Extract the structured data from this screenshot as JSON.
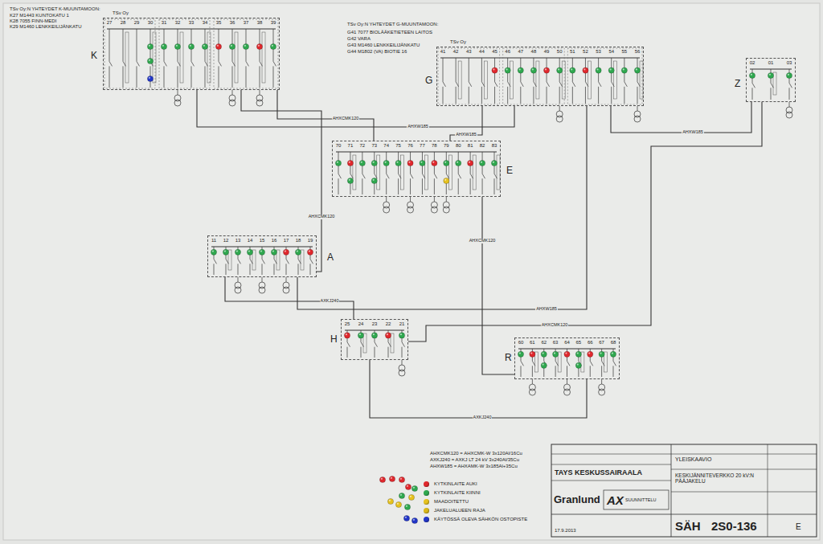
{
  "diagram": {
    "nodes": [
      {
        "text": [
          "K"
        ]
      },
      {
        "text": [
          "G"
        ]
      },
      {
        "text": [
          "Z"
        ]
      },
      {
        "text": [
          "E"
        ]
      },
      {
        "text": [
          "A"
        ]
      },
      {
        "text": [
          "H"
        ]
      },
      {
        "text": [
          "R"
        ]
      }
    ],
    "edges": [
      {
        "from": 0,
        "to": 1,
        "arrow": "none",
        "label": "AHXW185"
      },
      {
        "from": 0,
        "to": 3,
        "arrow": "none",
        "label": "AHXCMK120"
      },
      {
        "from": 0,
        "to": 4,
        "arrow": "none",
        "label": "AHXCMK120"
      },
      {
        "from": 1,
        "to": 3,
        "arrow": "none",
        "label": "AHXW185"
      },
      {
        "from": 1,
        "to": 2,
        "arrow": "none",
        "label": "AHXW185"
      },
      {
        "from": 2,
        "to": 5,
        "arrow": "none",
        "label": "AHXCMK120"
      },
      {
        "from": 3,
        "to": 6,
        "arrow": "none",
        "label": "AHXCMK120"
      },
      {
        "from": 5,
        "to": 6,
        "arrow": "none",
        "label": "AXKJ240"
      },
      {
        "from": 4,
        "to": 1,
        "arrow": "none",
        "label": "AHXW185"
      },
      {
        "from": 4,
        "to": 5,
        "arrow": "none",
        "label": "AXKJ240"
      }
    ],
    "labels": [
      "TSv Oy:N YHTEYDET K-MUUNTAMOON:",
      "K27 M1443 KUNTOKATU 1",
      "K28 7055 FINN-MEDI",
      "K29 M1460 LENKKEILIJÄNKATU",
      "TSv Oy:N YHTEYDET G-MUUNTAMOON:",
      "G41 7077 BIOLÄÄKETIETEEN LAITOS",
      "G42 VARA",
      "G43 M1460 LENKKEILIJÄNKATU",
      "G44 M1802 (VA) BIOTIE 16",
      "TSv Oy",
      "TSv Oy",
      "27",
      "28",
      "29",
      "30",
      "31",
      "32",
      "33",
      "34",
      "35",
      "36",
      "37",
      "38",
      "39",
      "41",
      "42",
      "43",
      "44",
      "45",
      "46",
      "47",
      "48",
      "49",
      "50",
      "51",
      "52",
      "53",
      "54",
      "55",
      "56",
      "02",
      "01",
      "03",
      "70",
      "71",
      "72",
      "73",
      "74",
      "75",
      "76",
      "77",
      "78",
      "79",
      "80",
      "81",
      "82",
      "83",
      "11",
      "12",
      "13",
      "14",
      "15",
      "16",
      "17",
      "18",
      "19",
      "25",
      "24",
      "23",
      "22",
      "21",
      "60",
      "61",
      "62",
      "63",
      "64",
      "65",
      "66",
      "67",
      "68",
      "AHXCMK120 = AHXCMK-W 3x120Al/16Cu",
      "AXKJ240 = AXKJ LT 24 kV 3x240Al/35Cu",
      "AHXW185 = AHXAMK-W 3x185Al+35Cu",
      "TAYS KESKUSSAIRAALA",
      "YLEISKAAVIO",
      "KESKIJÄNNITEVERKKO 20 kV:N PÄÄJAKELU",
      "Granlund",
      "AX",
      "SUUNNITTELU",
      "SÄH",
      "2S0-136",
      "E",
      "17.9.2013"
    ],
    "legend": [
      {
        "text": "KYTKINLAITE AUKI",
        "color": "#e0282d"
      },
      {
        "text": "KYTKINLAITE KIINNI",
        "color": "#2fa84f"
      },
      {
        "text": "MAADOITETTU",
        "color": "#e6c21e"
      },
      {
        "text": "JAKELUALUEEN RAJA",
        "color": "#d9b81a"
      },
      {
        "text": "KÄYTÖSSÄ OLEVA SÄHKÖN OSTOPISTE",
        "color": "#2236c8"
      }
    ]
  }
}
